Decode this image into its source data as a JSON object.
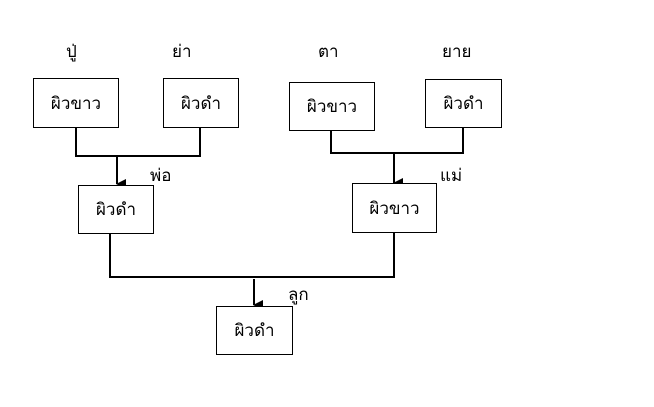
{
  "grandparents": [
    {
      "role": "ปู่",
      "trait": "ผิวขาว"
    },
    {
      "role": "ย่า",
      "trait": "ผิวดำ"
    },
    {
      "role": "ตา",
      "trait": "ผิวขาว"
    },
    {
      "role": "ยาย",
      "trait": "ผิวดำ"
    }
  ],
  "father": {
    "role": "พ่อ",
    "trait": "ผิวดำ"
  },
  "mother": {
    "role": "แม่",
    "trait": "ผิวขาว"
  },
  "child": {
    "role": "ลูก",
    "trait": "ผิวดำ"
  }
}
